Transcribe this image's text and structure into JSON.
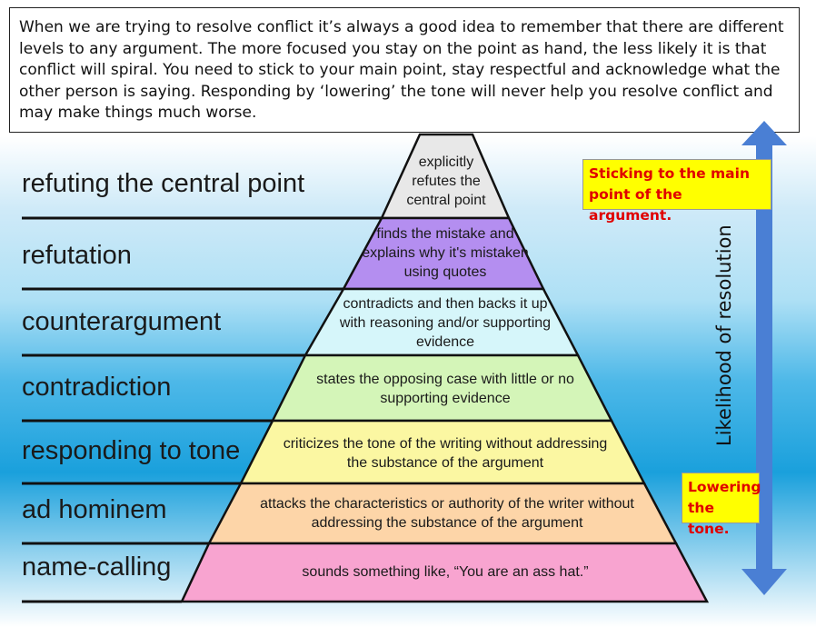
{
  "intro_text": "When we are trying to resolve conflict it’s always a good idea to remember that there are different levels to any argument. The more focused you stay on the point as hand, the less likely it is that conflict will spiral. You need to stick to your main point, stay respectful and acknowledge what the other person is saying. Responding by ‘lowering’ the tone will never help you resolve conflict and may make things much worse.",
  "levels": [
    {
      "name": "refuting the central point",
      "description": "explicitly refutes the central point",
      "color": "#e8e8e8"
    },
    {
      "name": "refutation",
      "description": "finds the mistake and explains why it's mistaken using quotes",
      "color": "#b48ef0"
    },
    {
      "name": "counterargument",
      "description": "contradicts and then backs it up with reasoning and/or supporting evidence",
      "color": "#d6f6fa"
    },
    {
      "name": "contradiction",
      "description": "states the opposing case with little or no supporting evidence",
      "color": "#d4f5b8"
    },
    {
      "name": "responding to tone",
      "description": "criticizes the tone of the writing without addressing the substance of the argument",
      "color": "#fbf7a2"
    },
    {
      "name": "ad hominem",
      "description": "attacks the characteristics or authority of the writer without addressing the substance of the argument",
      "color": "#fdd5a8"
    },
    {
      "name": "name-calling",
      "description": "sounds something like, “You are an ass hat.”",
      "color": "#f8a4d0"
    }
  ],
  "notes": {
    "top": "Sticking to the main point of the argument.",
    "bottom": "Lowering the tone."
  },
  "axis": {
    "label": "Likelihood of resolution",
    "arrow_color": "#4a7fd4"
  },
  "colors": {
    "note_bg": "#ffff00",
    "note_text": "#e00000"
  }
}
